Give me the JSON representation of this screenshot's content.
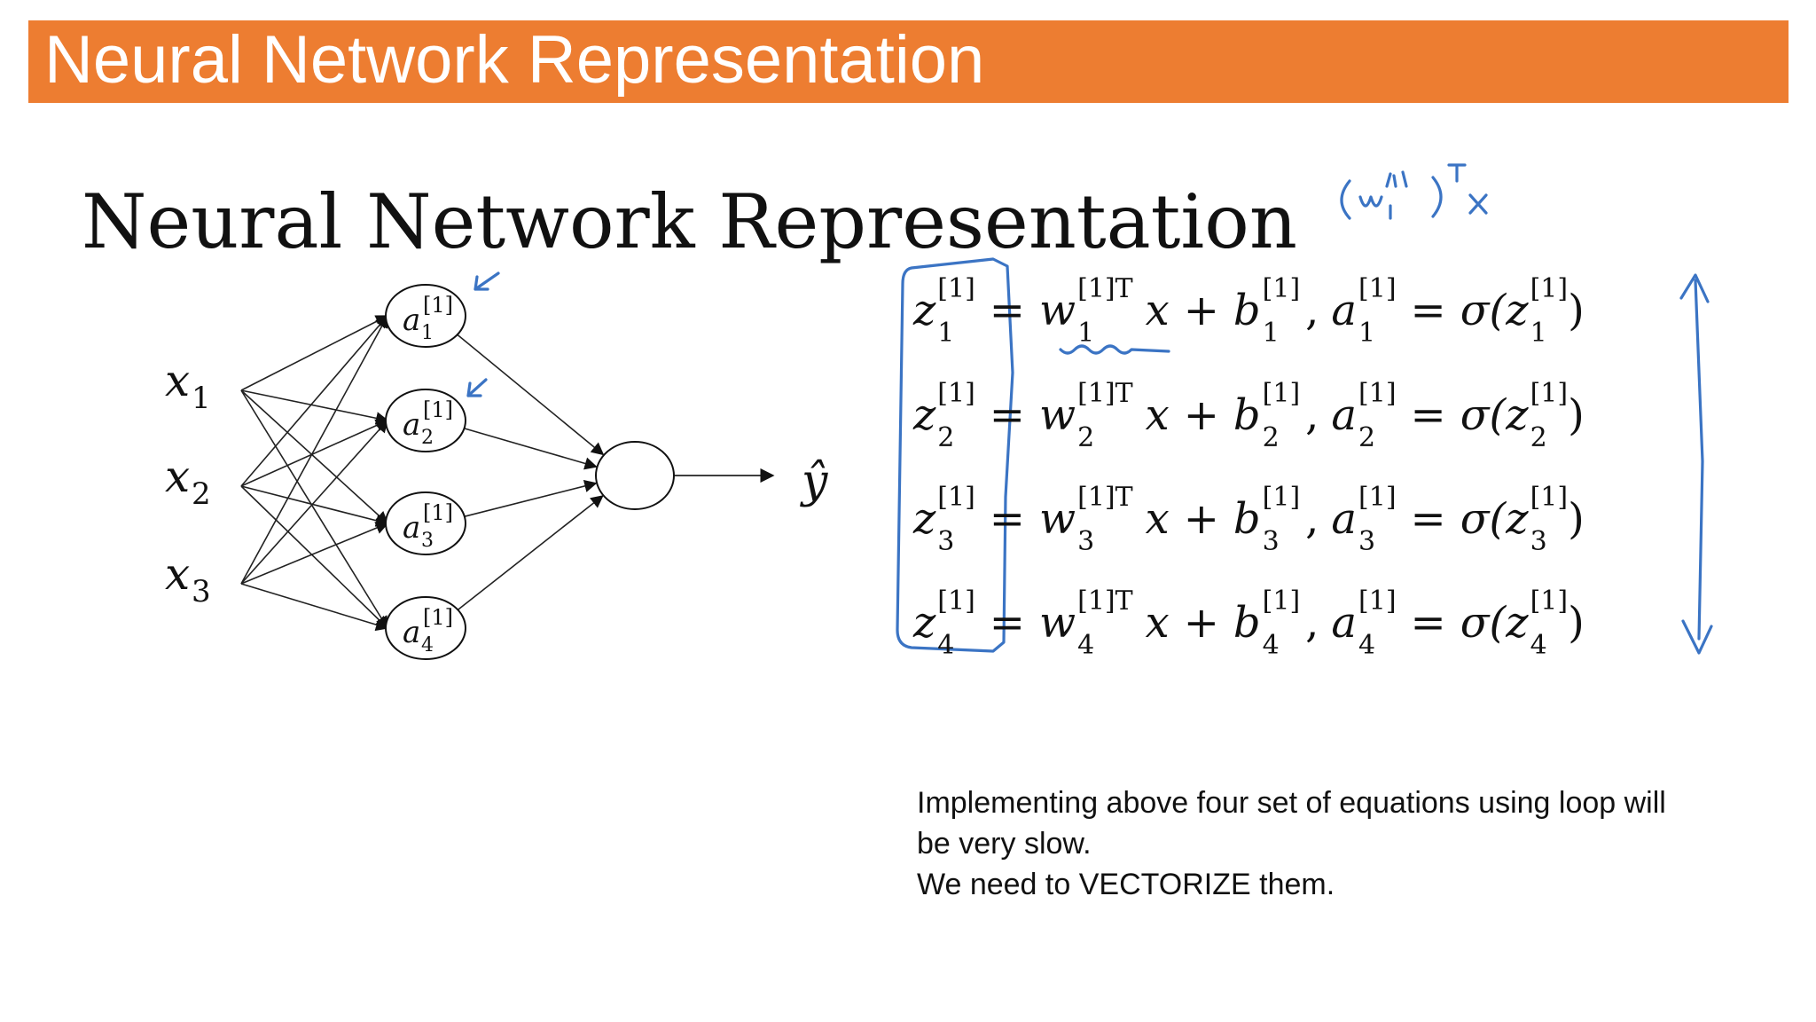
{
  "header": {
    "title": "Neural Network Representation",
    "bar_color": "#ed7d31"
  },
  "slide": {
    "title": "Neural Network Representation"
  },
  "network": {
    "inputs": [
      {
        "base": "x",
        "sub": "1"
      },
      {
        "base": "x",
        "sub": "2"
      },
      {
        "base": "x",
        "sub": "3"
      }
    ],
    "hidden": [
      {
        "base": "a",
        "sup": "[1]",
        "sub": "1"
      },
      {
        "base": "a",
        "sup": "[1]",
        "sub": "2"
      },
      {
        "base": "a",
        "sup": "[1]",
        "sub": "3"
      },
      {
        "base": "a",
        "sup": "[1]",
        "sub": "4"
      }
    ],
    "output_label": "ŷ"
  },
  "equations": [
    {
      "z": "z",
      "sup": "[1]",
      "sub": "1",
      "eq": "=",
      "w": "w",
      "wsup": "[1]T",
      "wsub": "1",
      "x": "x",
      "plus": "+",
      "b": "b",
      "bsup": "[1]",
      "bsub": "1",
      "comma": ",",
      "a": "a",
      "asup": "[1]",
      "asub": "1",
      "eq2": "=",
      "sigma": "σ(",
      "zi": "z",
      "zisup": "[1]",
      "zisub": "1",
      "close": ")"
    },
    {
      "z": "z",
      "sup": "[1]",
      "sub": "2",
      "eq": "=",
      "w": "w",
      "wsup": "[1]T",
      "wsub": "2",
      "x": "x",
      "plus": "+",
      "b": "b",
      "bsup": "[1]",
      "bsub": "2",
      "comma": ",",
      "a": "a",
      "asup": "[1]",
      "asub": "2",
      "eq2": "=",
      "sigma": "σ(",
      "zi": "z",
      "zisup": "[1]",
      "zisub": "2",
      "close": ")"
    },
    {
      "z": "z",
      "sup": "[1]",
      "sub": "3",
      "eq": "=",
      "w": "w",
      "wsup": "[1]T",
      "wsub": "3",
      "x": "x",
      "plus": "+",
      "b": "b",
      "bsup": "[1]",
      "bsub": "3",
      "comma": ",",
      "a": "a",
      "asup": "[1]",
      "asub": "3",
      "eq2": "=",
      "sigma": "σ(",
      "zi": "z",
      "zisup": "[1]",
      "zisub": "3",
      "close": ")"
    },
    {
      "z": "z",
      "sup": "[1]",
      "sub": "4",
      "eq": "=",
      "w": "w",
      "wsup": "[1]T",
      "wsub": "4",
      "x": "x",
      "plus": "+",
      "b": "b",
      "bsup": "[1]",
      "bsub": "4",
      "comma": ",",
      "a": "a",
      "asup": "[1]",
      "asub": "4",
      "eq2": "=",
      "sigma": "σ(",
      "zi": "z",
      "zisup": "[1]",
      "zisub": "4",
      "close": ")"
    }
  ],
  "annotation": {
    "text": "(ω₁^[1])ᵀx",
    "ink_color": "#3b74c4"
  },
  "notes": [
    "Implementing above four set of equations using loop will",
    "be very slow.",
    "We need to VECTORIZE them."
  ]
}
